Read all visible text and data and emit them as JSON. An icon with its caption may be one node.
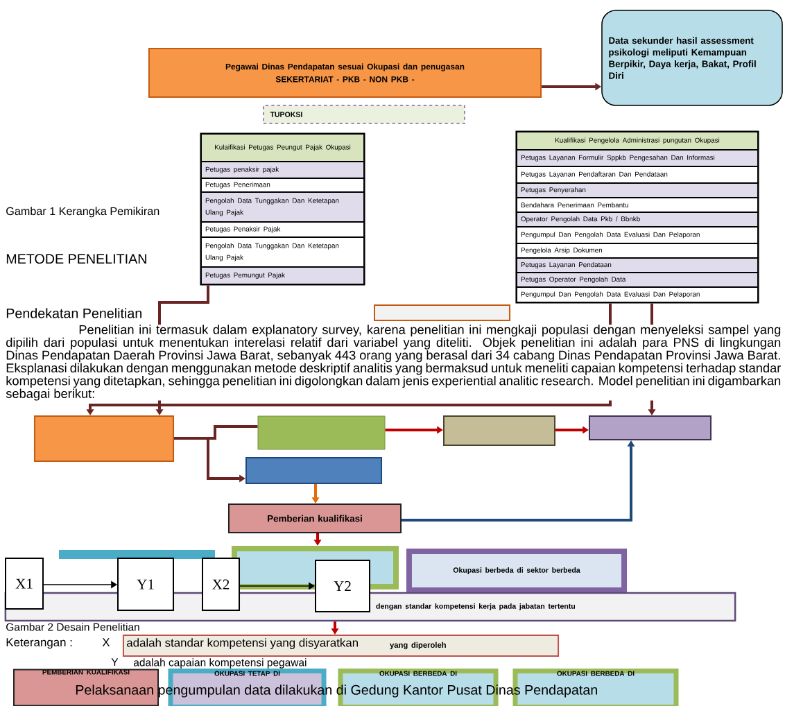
{
  "diagram": {
    "nodes": [
      {
        "text": [
          "Pegawai Dinas Pendapatan sesuai Okupasi dan penugasan",
          "SEKERTARIAT - PKB - NON PKB -"
        ]
      },
      {
        "text": [
          "Data sekunder hasil assessment psikologi meliputi Kemampuan Berpikir, Daya kerja, Bakat, Profil Diri"
        ]
      },
      {
        "text": [
          "TUPOKSI"
        ]
      },
      {
        "text": [
          "Kulaifikasi Petugas Peungut Pajak Okupasi",
          "Petugas penaksir pajak",
          "Petugas Penerimaan",
          "Pengolah Data Tunggakan Dan Ketetapan Ulang Pajak",
          "Petugas Penaksir Pajak",
          "Pengolah Data Tunggakan Dan Ketetapan Ulang Pajak",
          "Petugas Pemungut Pajak"
        ]
      },
      {
        "text": [
          "Kualifikasi Pengelola Administrasi pungutan Okupasi",
          "Petugas Layanan Formulir Sppkb Pengesahan Dan Informasi",
          "Petugas Layanan Pendaftaran Dan Pendataan",
          "Petugas Penyerahan",
          "Bendahara Penerimaan Pembantu",
          "Operator Pengolah Data Pkb / Bbnkb",
          "Pengumpul Dan Pengolah Data Evaluasi Dan Pelaporan",
          "Pengelola Arsip Dokumen",
          "Petugas Layanan Pendataan",
          "Petugas Operator Pengolah Data",
          "Pengumpul Dan Pengolah Data Evaluasi Dan Pelaporan"
        ]
      },
      {
        "text": [],
        "shape": "box"
      },
      {
        "text": [],
        "shape": "box"
      },
      {
        "text": [],
        "shape": "box"
      },
      {
        "text": [],
        "shape": "box"
      },
      {
        "text": [],
        "shape": "box"
      },
      {
        "text": [],
        "shape": "box"
      },
      {
        "text": [
          "Pemberian kualifikasi"
        ]
      },
      {
        "text": [],
        "shape": "box"
      },
      {
        "text": [
          "Okupasi berbeda di sektor berbeda"
        ]
      },
      {
        "text": [
          "dengan standar kompetensi kerja pada jabatan tertentu"
        ]
      },
      {
        "text": [
          "X1"
        ]
      },
      {
        "text": [
          "Y1"
        ]
      },
      {
        "text": [
          "X2"
        ]
      },
      {
        "text": [
          "Y2"
        ]
      },
      {
        "text": [
          "yang diperoleh"
        ]
      },
      {
        "text": [
          "PEMBERIAN KUALIFIKASI"
        ]
      },
      {
        "text": [
          "OKUPASI TETAP DI"
        ]
      },
      {
        "text": [
          "OKUPASI BERBEDA DI"
        ]
      },
      {
        "text": [
          "OKUPASI BERBEDA DI"
        ]
      }
    ],
    "edges": [
      {
        "from": 0,
        "to": 1,
        "arrow": "to"
      },
      {
        "from": 3,
        "to": 6,
        "arrow": "to"
      },
      {
        "from": 4,
        "to": 6,
        "arrow": "to"
      },
      {
        "from": 4,
        "to": 9,
        "arrow": "to"
      },
      {
        "from": 6,
        "to": 7,
        "arrow": "none"
      },
      {
        "from": 6,
        "to": 10,
        "arrow": "to"
      },
      {
        "from": 7,
        "to": 8,
        "arrow": "to",
        "color": "#c00000"
      },
      {
        "from": 8,
        "to": 9,
        "arrow": "to",
        "color": "#c00000"
      },
      {
        "from": 11,
        "to": 9,
        "arrow": "to",
        "color": "#1f497d"
      },
      {
        "from": 10,
        "to": 11,
        "arrow": "to",
        "color": "#e36c09"
      },
      {
        "from": 11,
        "to": 12,
        "arrow": "to",
        "color": "#c00000"
      },
      {
        "from": 15,
        "to": 16,
        "arrow": "to",
        "color": "#000000"
      },
      {
        "from": 17,
        "to": 18,
        "arrow": "to",
        "color": "#000000"
      },
      {
        "from": 14,
        "to": 19,
        "arrow": "to",
        "color": "#c00000"
      }
    ],
    "labels": [
      "Gambar 1 Kerangka Pemikiran",
      "METODE PENELITIAN",
      "Pendekatan Penelitian",
      "Penelitian ini termasuk dalam explanatory survey, karena penelitian ini mengkaji populasi dengan menyeleksi sampel yang dipilih dari populasi untuk menentukan interelasi relatif dari variabel yang diteliti. Objek penelitian ini adalah para PNS di lingkungan Dinas Pendapatan Daerah Provinsi Jawa Barat, sebanyak 443 orang yang berasal dari 34 cabang Dinas Pendapatan Provinsi Jawa Barat. Eksplanasi dilakukan dengan menggunakan metode deskriptif analitis yang bermaksud untuk meneliti capaian kompetensi terhadap standar kompetensi yang ditetapkan, sehingga penelitian ini digolongkan dalam jenis experiential analitic research. Model penelitian ini digambarkan sebagai berikut:",
      "Gambar 2 Desain Penelitian",
      "Keterangan :",
      "X",
      "adalah standar kompetensi yang disyaratkan",
      "Y",
      "adalah capaian kompetensi pegawai",
      "Pelaksanaan pengumpulan data dilakukan di Gedung Kantor Pusat Dinas Pendapatan"
    ]
  }
}
